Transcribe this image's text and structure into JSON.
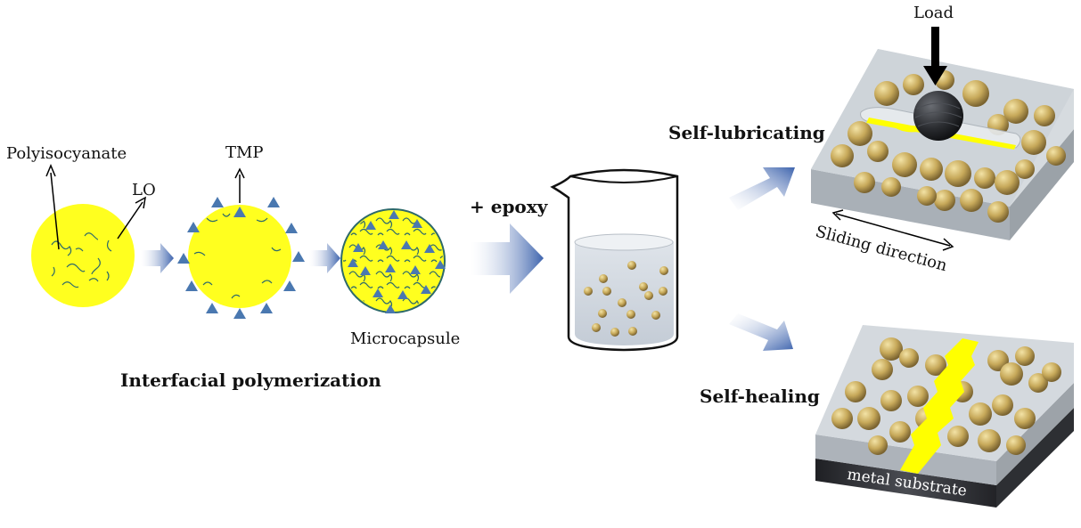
{
  "labels": {
    "polyisocyanate": "Polyisocyanate",
    "lo": "LO",
    "tmp": "TMP",
    "microcapsule": "Microcapsule",
    "interfacial": "Interfacial polymerization",
    "epoxy": "+ epoxy",
    "self_lubricating": "Self-lubricating",
    "load": "Load",
    "sliding": "Sliding direction",
    "self_healing": "Self-healing",
    "metal_substrate": "metal substrate"
  },
  "colors": {
    "core_yellow": "#ffff1f",
    "triangle_blue": "#4a78b0",
    "chain_teal": "#2e6a6a",
    "arrow_blue": "#4a6fb5",
    "capsule_gold": "#b59a52",
    "coating_gray": "#c8cdd2",
    "substrate_dark": "#2a2c30",
    "crack_yellow": "#ffff00"
  },
  "icons": {
    "load_arrow": "down-arrow-icon",
    "sliding_arrow": "double-headed-arrow-icon",
    "process_arrow": "right-arrow-icon"
  }
}
